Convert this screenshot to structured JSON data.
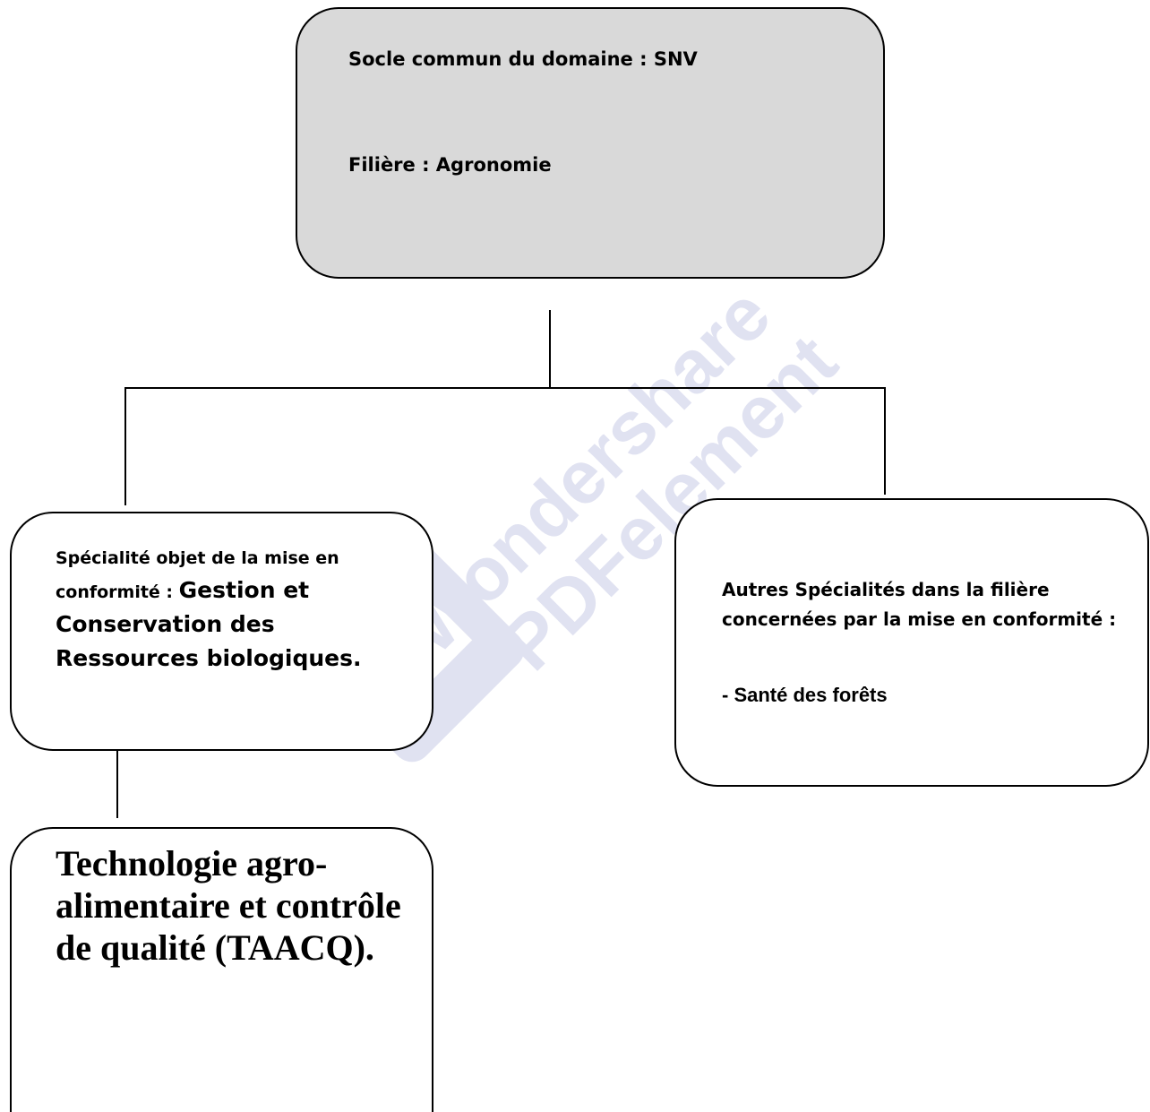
{
  "top_box": {
    "line1": "Socle commun du domaine : SNV",
    "line2": "Filière : Agronomie"
  },
  "left_box": {
    "prefix": "Spécialité objet de la mise en conformité : ",
    "emphasis": "Gestion et Conservation des Ressources biologiques."
  },
  "right_box": {
    "heading": "Autres Spécialités dans la filière concernées par la mise en conformité :",
    "item": "Santé des forêts",
    "item_bullet": "-"
  },
  "bottom_box": {
    "text": "Technologie agro-alimentaire et contrôle de qualité (TAACQ)."
  },
  "watermark": {
    "line1": "Wondershare",
    "line2": "PDFelement",
    "color": "#c8cbe6"
  },
  "colors": {
    "top_box_fill": "#d9d9d9",
    "stroke": "#000000"
  }
}
